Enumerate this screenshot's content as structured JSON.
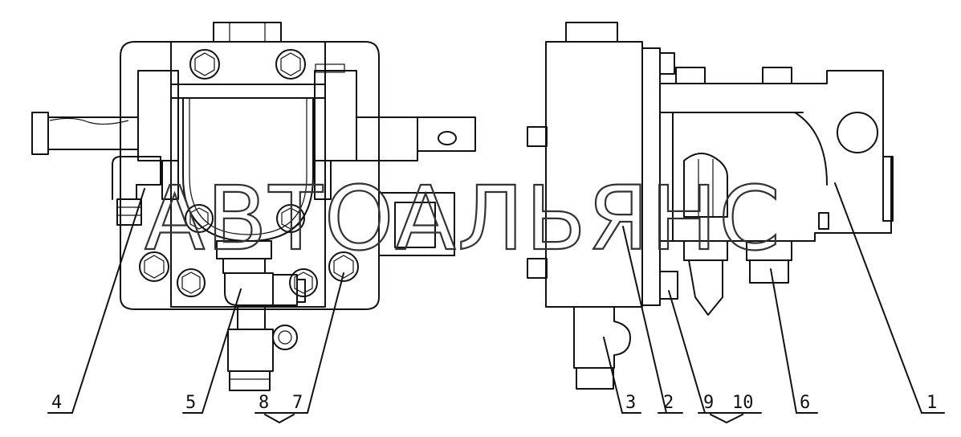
{
  "watermark": "АВТОАЛЬЯНС",
  "callouts": {
    "c1": "1",
    "c2": "2",
    "c3": "3",
    "c4": "4",
    "c5": "5",
    "c6": "6",
    "c7": "7",
    "c8": "8",
    "c9": "9",
    "c10": "10"
  }
}
